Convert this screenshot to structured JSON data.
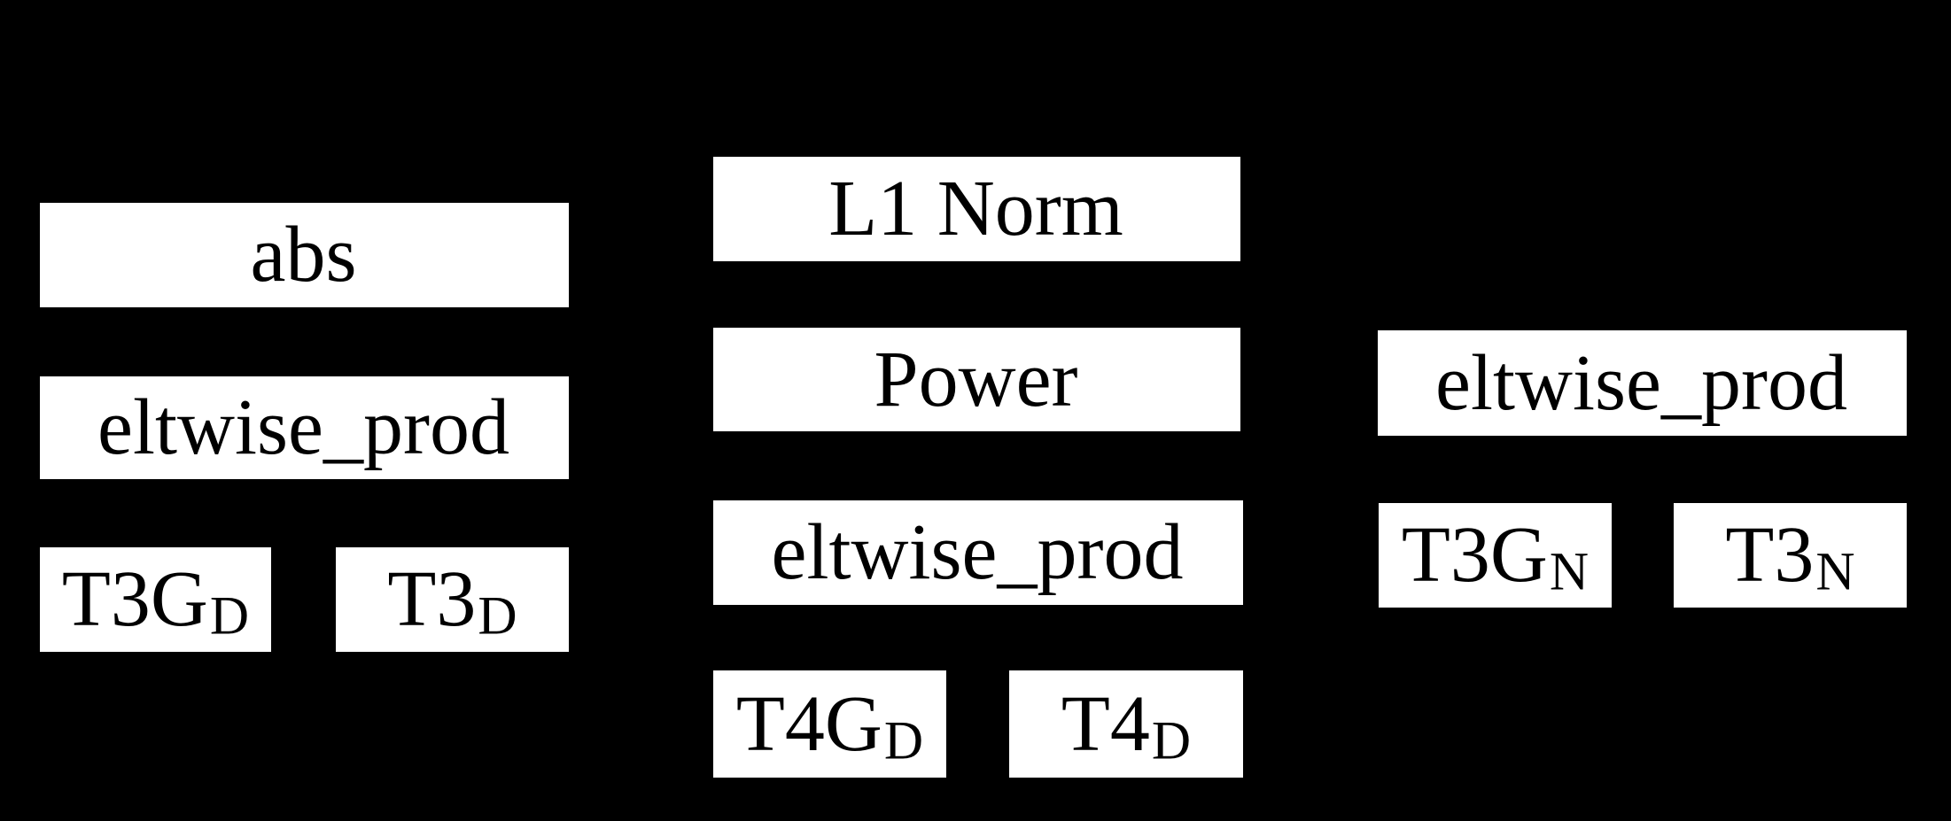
{
  "diagram": {
    "description": "Computational graph diagram: white operation/tensor boxes on a black background, three columns, no visible edges",
    "colors": {
      "background": "#000000",
      "node_fill": "#ffffff",
      "node_text": "#000000"
    },
    "nodes": [
      {
        "id": "abs",
        "label": "abs",
        "sub": ""
      },
      {
        "id": "eltwise-prod-left",
        "label": "eltwise_prod",
        "sub": ""
      },
      {
        "id": "t3g-d",
        "label": "T3G",
        "sub": "D"
      },
      {
        "id": "t3-d",
        "label": "T3",
        "sub": "D"
      },
      {
        "id": "l1-norm",
        "label": "L1 Norm",
        "sub": ""
      },
      {
        "id": "power",
        "label": "Power",
        "sub": ""
      },
      {
        "id": "eltwise-prod-mid",
        "label": "eltwise_prod",
        "sub": ""
      },
      {
        "id": "t4g-d",
        "label": "T4G",
        "sub": "D"
      },
      {
        "id": "t4-d",
        "label": "T4",
        "sub": "D"
      },
      {
        "id": "eltwise-prod-right",
        "label": "eltwise_prod",
        "sub": ""
      },
      {
        "id": "t3g-n",
        "label": "T3G",
        "sub": "N"
      },
      {
        "id": "t3-n",
        "label": "T3",
        "sub": "N"
      }
    ]
  }
}
